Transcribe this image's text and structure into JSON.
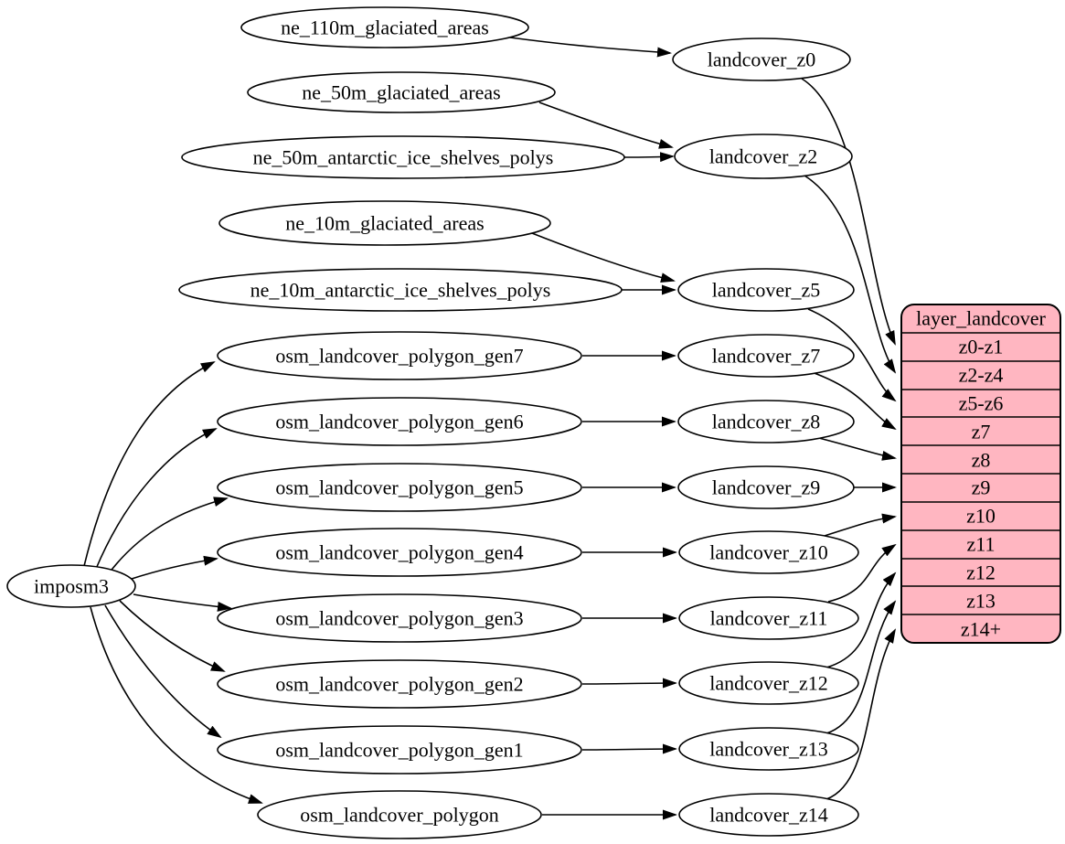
{
  "diagram": {
    "type": "graphviz-dependency-graph",
    "colors": {
      "background": "#ffffff",
      "node_fill": "#ffffff",
      "stroke": "#000000",
      "table_fill": "#ffb6c1"
    },
    "nodes": [
      {
        "id": "imposm3",
        "label": "imposm3"
      },
      {
        "id": "ne_110m_glaciated_areas",
        "label": "ne_110m_glaciated_areas"
      },
      {
        "id": "ne_50m_glaciated_areas",
        "label": "ne_50m_glaciated_areas"
      },
      {
        "id": "ne_50m_antarctic_ice_shelves_polys",
        "label": "ne_50m_antarctic_ice_shelves_polys"
      },
      {
        "id": "ne_10m_glaciated_areas",
        "label": "ne_10m_glaciated_areas"
      },
      {
        "id": "ne_10m_antarctic_ice_shelves_polys",
        "label": "ne_10m_antarctic_ice_shelves_polys"
      },
      {
        "id": "osm_landcover_polygon_gen7",
        "label": "osm_landcover_polygon_gen7"
      },
      {
        "id": "osm_landcover_polygon_gen6",
        "label": "osm_landcover_polygon_gen6"
      },
      {
        "id": "osm_landcover_polygon_gen5",
        "label": "osm_landcover_polygon_gen5"
      },
      {
        "id": "osm_landcover_polygon_gen4",
        "label": "osm_landcover_polygon_gen4"
      },
      {
        "id": "osm_landcover_polygon_gen3",
        "label": "osm_landcover_polygon_gen3"
      },
      {
        "id": "osm_landcover_polygon_gen2",
        "label": "osm_landcover_polygon_gen2"
      },
      {
        "id": "osm_landcover_polygon_gen1",
        "label": "osm_landcover_polygon_gen1"
      },
      {
        "id": "osm_landcover_polygon",
        "label": "osm_landcover_polygon"
      },
      {
        "id": "landcover_z0",
        "label": "landcover_z0"
      },
      {
        "id": "landcover_z2",
        "label": "landcover_z2"
      },
      {
        "id": "landcover_z5",
        "label": "landcover_z5"
      },
      {
        "id": "landcover_z7",
        "label": "landcover_z7"
      },
      {
        "id": "landcover_z8",
        "label": "landcover_z8"
      },
      {
        "id": "landcover_z9",
        "label": "landcover_z9"
      },
      {
        "id": "landcover_z10",
        "label": "landcover_z10"
      },
      {
        "id": "landcover_z11",
        "label": "landcover_z11"
      },
      {
        "id": "landcover_z12",
        "label": "landcover_z12"
      },
      {
        "id": "landcover_z13",
        "label": "landcover_z13"
      },
      {
        "id": "landcover_z14",
        "label": "landcover_z14"
      }
    ],
    "table": {
      "title": "layer_landcover",
      "rows": [
        "z0-z1",
        "z2-z4",
        "z5-z6",
        "z7",
        "z8",
        "z9",
        "z10",
        "z11",
        "z12",
        "z13",
        "z14+"
      ]
    },
    "edges": [
      {
        "from": "imposm3",
        "to": "osm_landcover_polygon_gen7"
      },
      {
        "from": "imposm3",
        "to": "osm_landcover_polygon_gen6"
      },
      {
        "from": "imposm3",
        "to": "osm_landcover_polygon_gen5"
      },
      {
        "from": "imposm3",
        "to": "osm_landcover_polygon_gen4"
      },
      {
        "from": "imposm3",
        "to": "osm_landcover_polygon_gen3"
      },
      {
        "from": "imposm3",
        "to": "osm_landcover_polygon_gen2"
      },
      {
        "from": "imposm3",
        "to": "osm_landcover_polygon_gen1"
      },
      {
        "from": "imposm3",
        "to": "osm_landcover_polygon"
      },
      {
        "from": "ne_110m_glaciated_areas",
        "to": "landcover_z0"
      },
      {
        "from": "ne_50m_glaciated_areas",
        "to": "landcover_z2"
      },
      {
        "from": "ne_50m_antarctic_ice_shelves_polys",
        "to": "landcover_z2"
      },
      {
        "from": "ne_10m_glaciated_areas",
        "to": "landcover_z5"
      },
      {
        "from": "ne_10m_antarctic_ice_shelves_polys",
        "to": "landcover_z5"
      },
      {
        "from": "osm_landcover_polygon_gen7",
        "to": "landcover_z7"
      },
      {
        "from": "osm_landcover_polygon_gen6",
        "to": "landcover_z8"
      },
      {
        "from": "osm_landcover_polygon_gen5",
        "to": "landcover_z9"
      },
      {
        "from": "osm_landcover_polygon_gen4",
        "to": "landcover_z10"
      },
      {
        "from": "osm_landcover_polygon_gen3",
        "to": "landcover_z11"
      },
      {
        "from": "osm_landcover_polygon_gen2",
        "to": "landcover_z12"
      },
      {
        "from": "osm_landcover_polygon_gen1",
        "to": "landcover_z13"
      },
      {
        "from": "osm_landcover_polygon",
        "to": "landcover_z14"
      },
      {
        "from": "landcover_z0",
        "to": "layer_landcover.z0-z1"
      },
      {
        "from": "landcover_z2",
        "to": "layer_landcover.z2-z4"
      },
      {
        "from": "landcover_z5",
        "to": "layer_landcover.z5-z6"
      },
      {
        "from": "landcover_z7",
        "to": "layer_landcover.z7"
      },
      {
        "from": "landcover_z8",
        "to": "layer_landcover.z8"
      },
      {
        "from": "landcover_z9",
        "to": "layer_landcover.z9"
      },
      {
        "from": "landcover_z10",
        "to": "layer_landcover.z10"
      },
      {
        "from": "landcover_z11",
        "to": "layer_landcover.z11"
      },
      {
        "from": "landcover_z12",
        "to": "layer_landcover.z12"
      },
      {
        "from": "landcover_z13",
        "to": "layer_landcover.z13"
      },
      {
        "from": "landcover_z14",
        "to": "layer_landcover.z14+"
      }
    ]
  }
}
